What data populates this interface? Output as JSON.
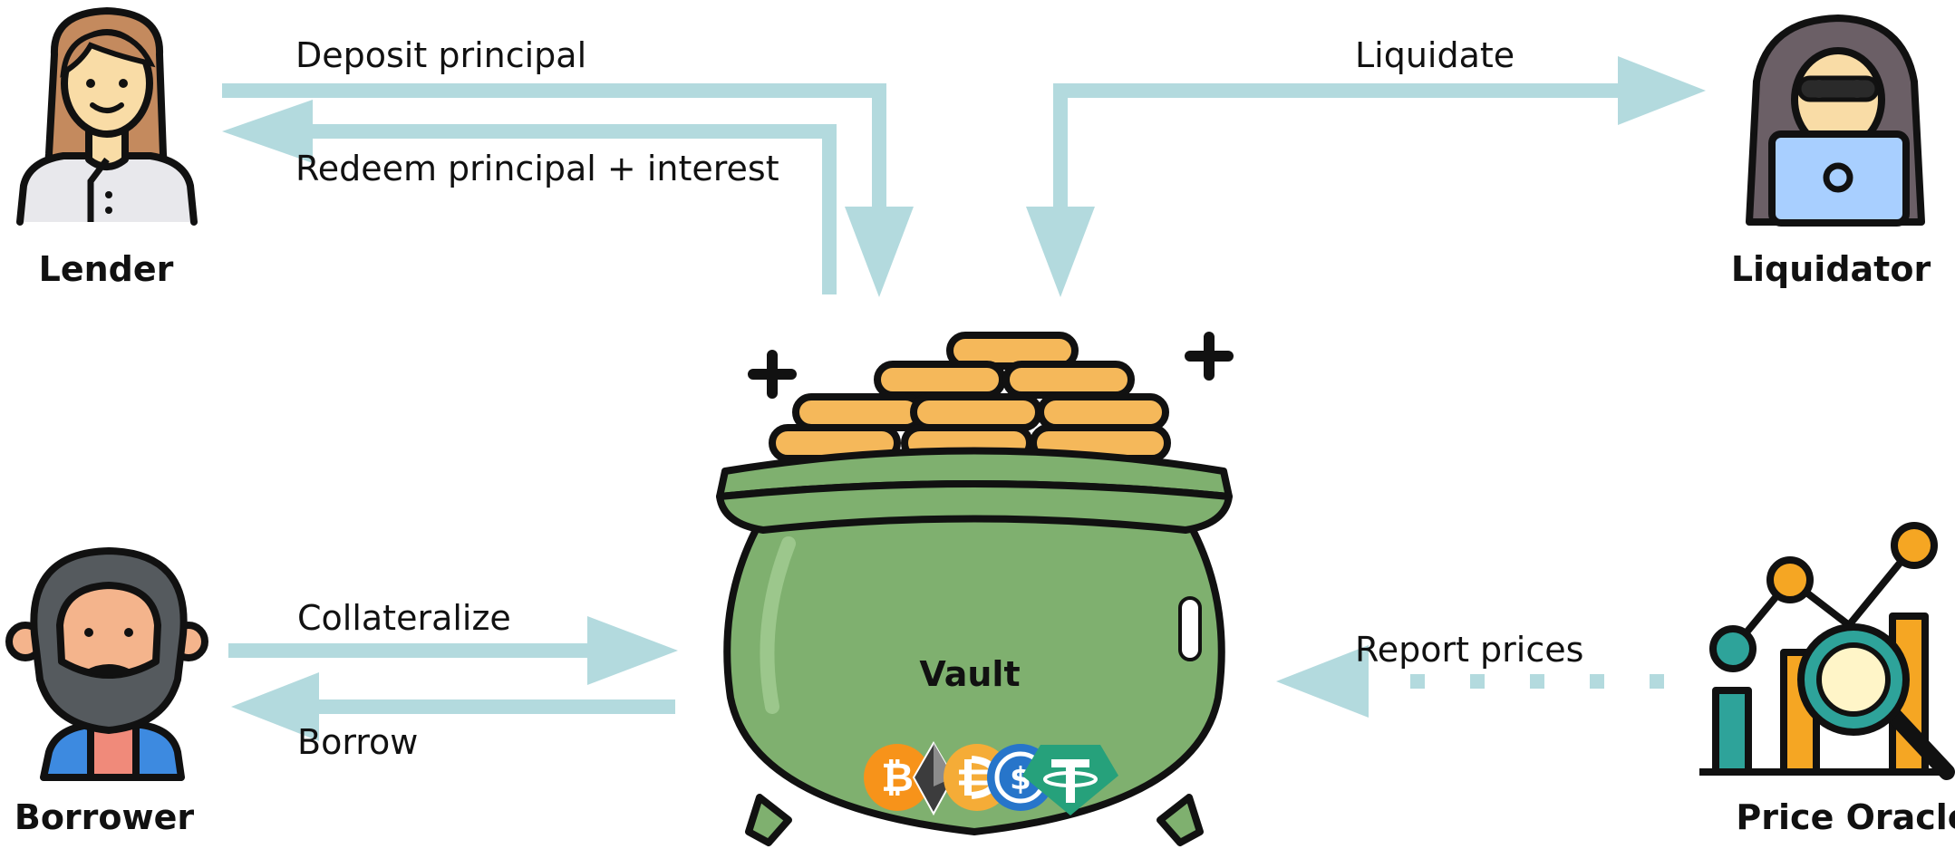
{
  "actors": {
    "lender": "Lender",
    "liquidator": "Liquidator",
    "borrower": "Borrower",
    "oracle": "Price Oracle",
    "vault": "Vault"
  },
  "flows": {
    "deposit": "Deposit principal",
    "redeem": "Redeem principal + interest",
    "liquidate": "Liquidate",
    "collateralize": "Collateralize",
    "borrow": "Borrow",
    "report": "Report prices"
  },
  "tokens": [
    "bitcoin-icon",
    "ethereum-icon",
    "dai-icon",
    "usdc-icon",
    "tether-icon"
  ],
  "colors": {
    "arrow": "#b3dade",
    "pot": "#7fb06f",
    "coins": "#f5b85a",
    "outline": "#111111"
  }
}
